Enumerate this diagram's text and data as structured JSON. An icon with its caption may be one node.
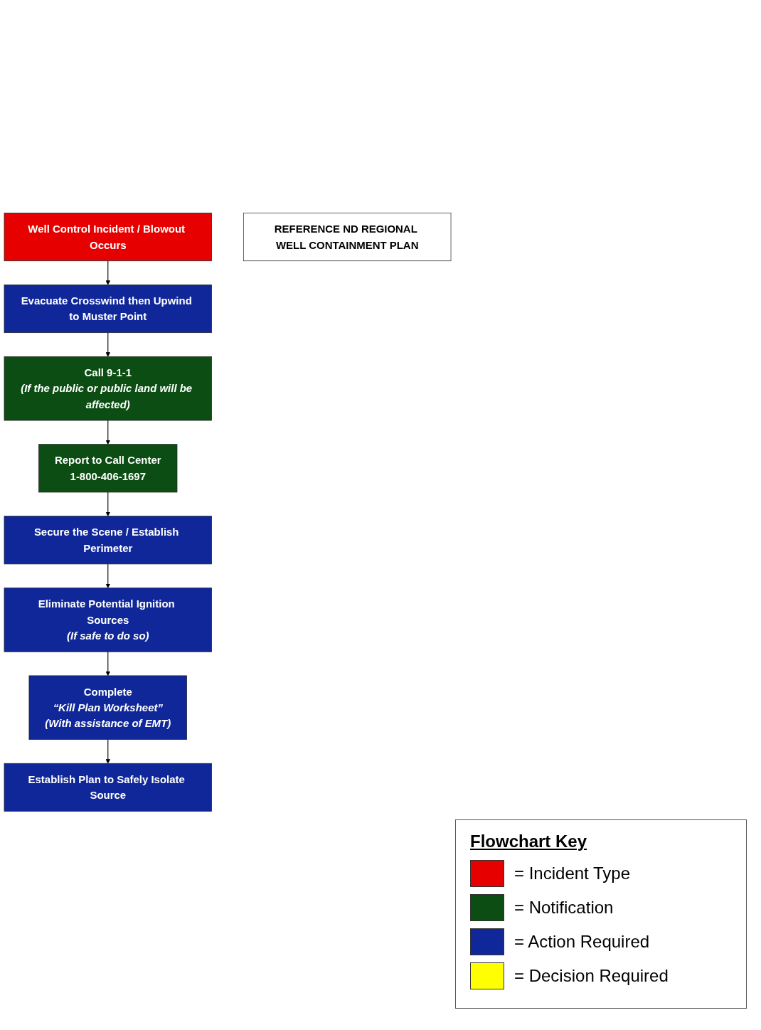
{
  "diagram": {
    "nodes": [
      {
        "text": [
          "Well Control Incident / Blowout Occurs"
        ]
      },
      {
        "text": [
          "Evacuate Crosswind then Upwind to Muster Point"
        ]
      },
      {
        "text": [
          "Call 9-1-1",
          "(If the public or public land will be affected)"
        ]
      },
      {
        "text": [
          "Report to Call Center",
          "1-800-406-1697"
        ]
      },
      {
        "text": [
          "Secure the Scene / Establish Perimeter"
        ]
      },
      {
        "text": [
          "Eliminate Potential Ignition Sources",
          "(If safe to do so)"
        ]
      },
      {
        "text": [
          "Complete",
          "“Kill Plan Worksheet”",
          "(With assistance of EMT)"
        ]
      },
      {
        "text": [
          "Establish Plan to Safely Isolate Source"
        ]
      },
      {
        "text": [
          "REFERENCE ND REGIONAL WELL CONTAINMENT PLAN"
        ]
      }
    ],
    "edges": [
      {
        "from": 0,
        "to": 1,
        "arrow": "to"
      },
      {
        "from": 1,
        "to": 2,
        "arrow": "to"
      },
      {
        "from": 2,
        "to": 3,
        "arrow": "to"
      },
      {
        "from": 3,
        "to": 4,
        "arrow": "to"
      },
      {
        "from": 4,
        "to": 5,
        "arrow": "to"
      },
      {
        "from": 5,
        "to": 6,
        "arrow": "to"
      },
      {
        "from": 6,
        "to": 7,
        "arrow": "to"
      }
    ],
    "labels": [
      "Flowchart Key"
    ],
    "legend": [
      {
        "text": "= Incident Type",
        "color": "#e60000"
      },
      {
        "text": "= Notification",
        "color": "#0b4d12"
      },
      {
        "text": "= Action Required",
        "color": "#10279a"
      },
      {
        "text": "= Decision Required",
        "color": "#ffff00"
      }
    ]
  }
}
